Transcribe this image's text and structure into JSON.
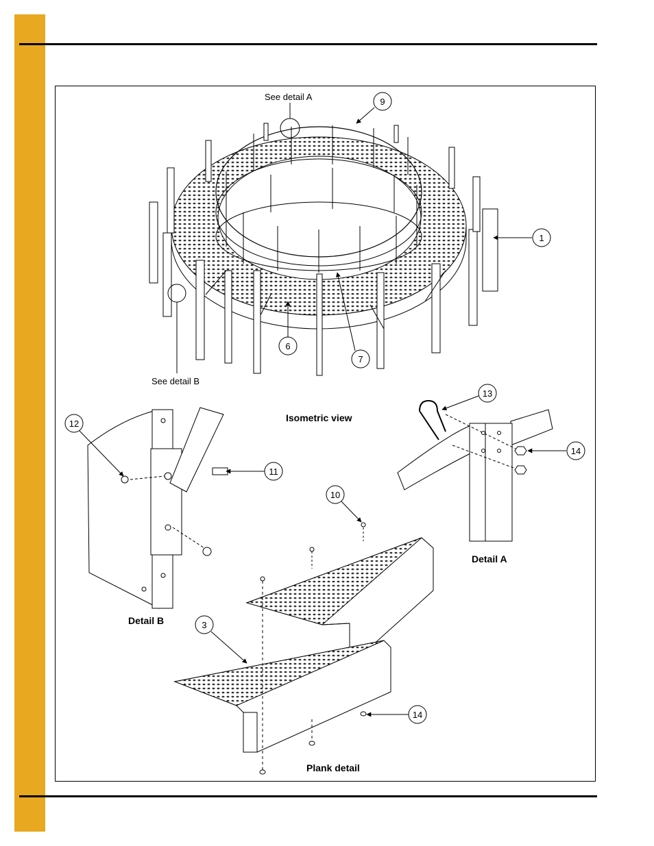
{
  "colors": {
    "accent": "#e8a820",
    "ink": "#000000"
  },
  "titles": {
    "isometric": "Isometric view",
    "detail_a": "Detail A",
    "detail_b": "Detail B",
    "plank": "Plank detail"
  },
  "notes": {
    "see_a": "See detail A",
    "see_b": "See detail B"
  },
  "callouts": {
    "c1": "1",
    "c3": "3",
    "c6": "6",
    "c7": "7",
    "c9": "9",
    "c10": "10",
    "c11": "11",
    "c12": "12",
    "c13": "13",
    "c14a": "14",
    "c14b": "14"
  }
}
